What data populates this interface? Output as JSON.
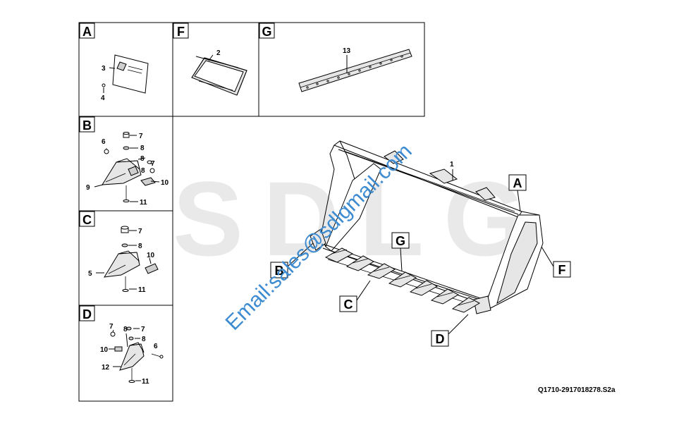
{
  "watermark": {
    "brand": "SDLG",
    "email": "Email:sales@sdlgmail.com"
  },
  "drawing_code": "Q1710-2917018278.S2a",
  "panels": {
    "A": {
      "letter": "A",
      "callouts": [
        "3",
        "4"
      ]
    },
    "F": {
      "letter": "F",
      "callouts": [
        "2"
      ]
    },
    "G": {
      "letter": "G",
      "callouts": [
        "13"
      ]
    },
    "B": {
      "letter": "B",
      "callouts": [
        "6",
        "7",
        "8",
        "8",
        "7",
        "9",
        "8",
        "10",
        "11"
      ]
    },
    "C": {
      "letter": "C",
      "callouts": [
        "7",
        "8",
        "10",
        "5",
        "11"
      ]
    },
    "D": {
      "letter": "D",
      "callouts": [
        "7",
        "8",
        "7",
        "8",
        "6",
        "10",
        "12",
        "11"
      ]
    }
  },
  "main_view": {
    "callouts": [
      "1"
    ],
    "section_refs": [
      "A",
      "F",
      "G",
      "B",
      "C",
      "D"
    ]
  }
}
